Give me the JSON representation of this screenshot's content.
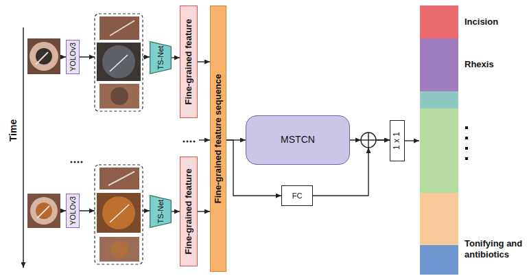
{
  "diagram": {
    "nodes": [
      {
        "text": [
          "YOLOv3"
        ]
      },
      {
        "text": [
          "TS-Net"
        ]
      },
      {
        "text": [
          "Fine-grained feature"
        ]
      },
      {
        "text": [
          "Fine-grained feature sequence"
        ]
      },
      {
        "text": [
          "YOLOv3"
        ]
      },
      {
        "text": [
          "TS-Net"
        ]
      },
      {
        "text": [
          "Fine-grained feature"
        ]
      },
      {
        "text": [
          "MSTCN"
        ]
      },
      {
        "text": [
          "FC"
        ]
      },
      {
        "text": [
          "1 x 1"
        ]
      }
    ],
    "edges": [
      {
        "from": 0,
        "to": 1,
        "arrow": "to"
      },
      {
        "from": 1,
        "to": 2,
        "arrow": "to"
      },
      {
        "from": 2,
        "to": 3,
        "arrow": "to"
      },
      {
        "from": 4,
        "to": 5,
        "arrow": "to"
      },
      {
        "from": 5,
        "to": 6,
        "arrow": "to"
      },
      {
        "from": 6,
        "to": 3,
        "arrow": "to"
      },
      {
        "from": 3,
        "to": 7,
        "arrow": "to"
      },
      {
        "from": 3,
        "to": 8,
        "arrow": "to"
      },
      {
        "from": 7,
        "to": 9,
        "arrow": "to"
      },
      {
        "from": 8,
        "to": 9,
        "arrow": "to"
      }
    ],
    "labels": [
      "Time"
    ],
    "legend": [
      {
        "text": "Incision",
        "color": "#e96b6e"
      },
      {
        "text": "Rhexis",
        "color": "#a07dbf"
      },
      {
        "text": "Tonifying and antibiotics",
        "color": "#6f97d0"
      }
    ]
  }
}
